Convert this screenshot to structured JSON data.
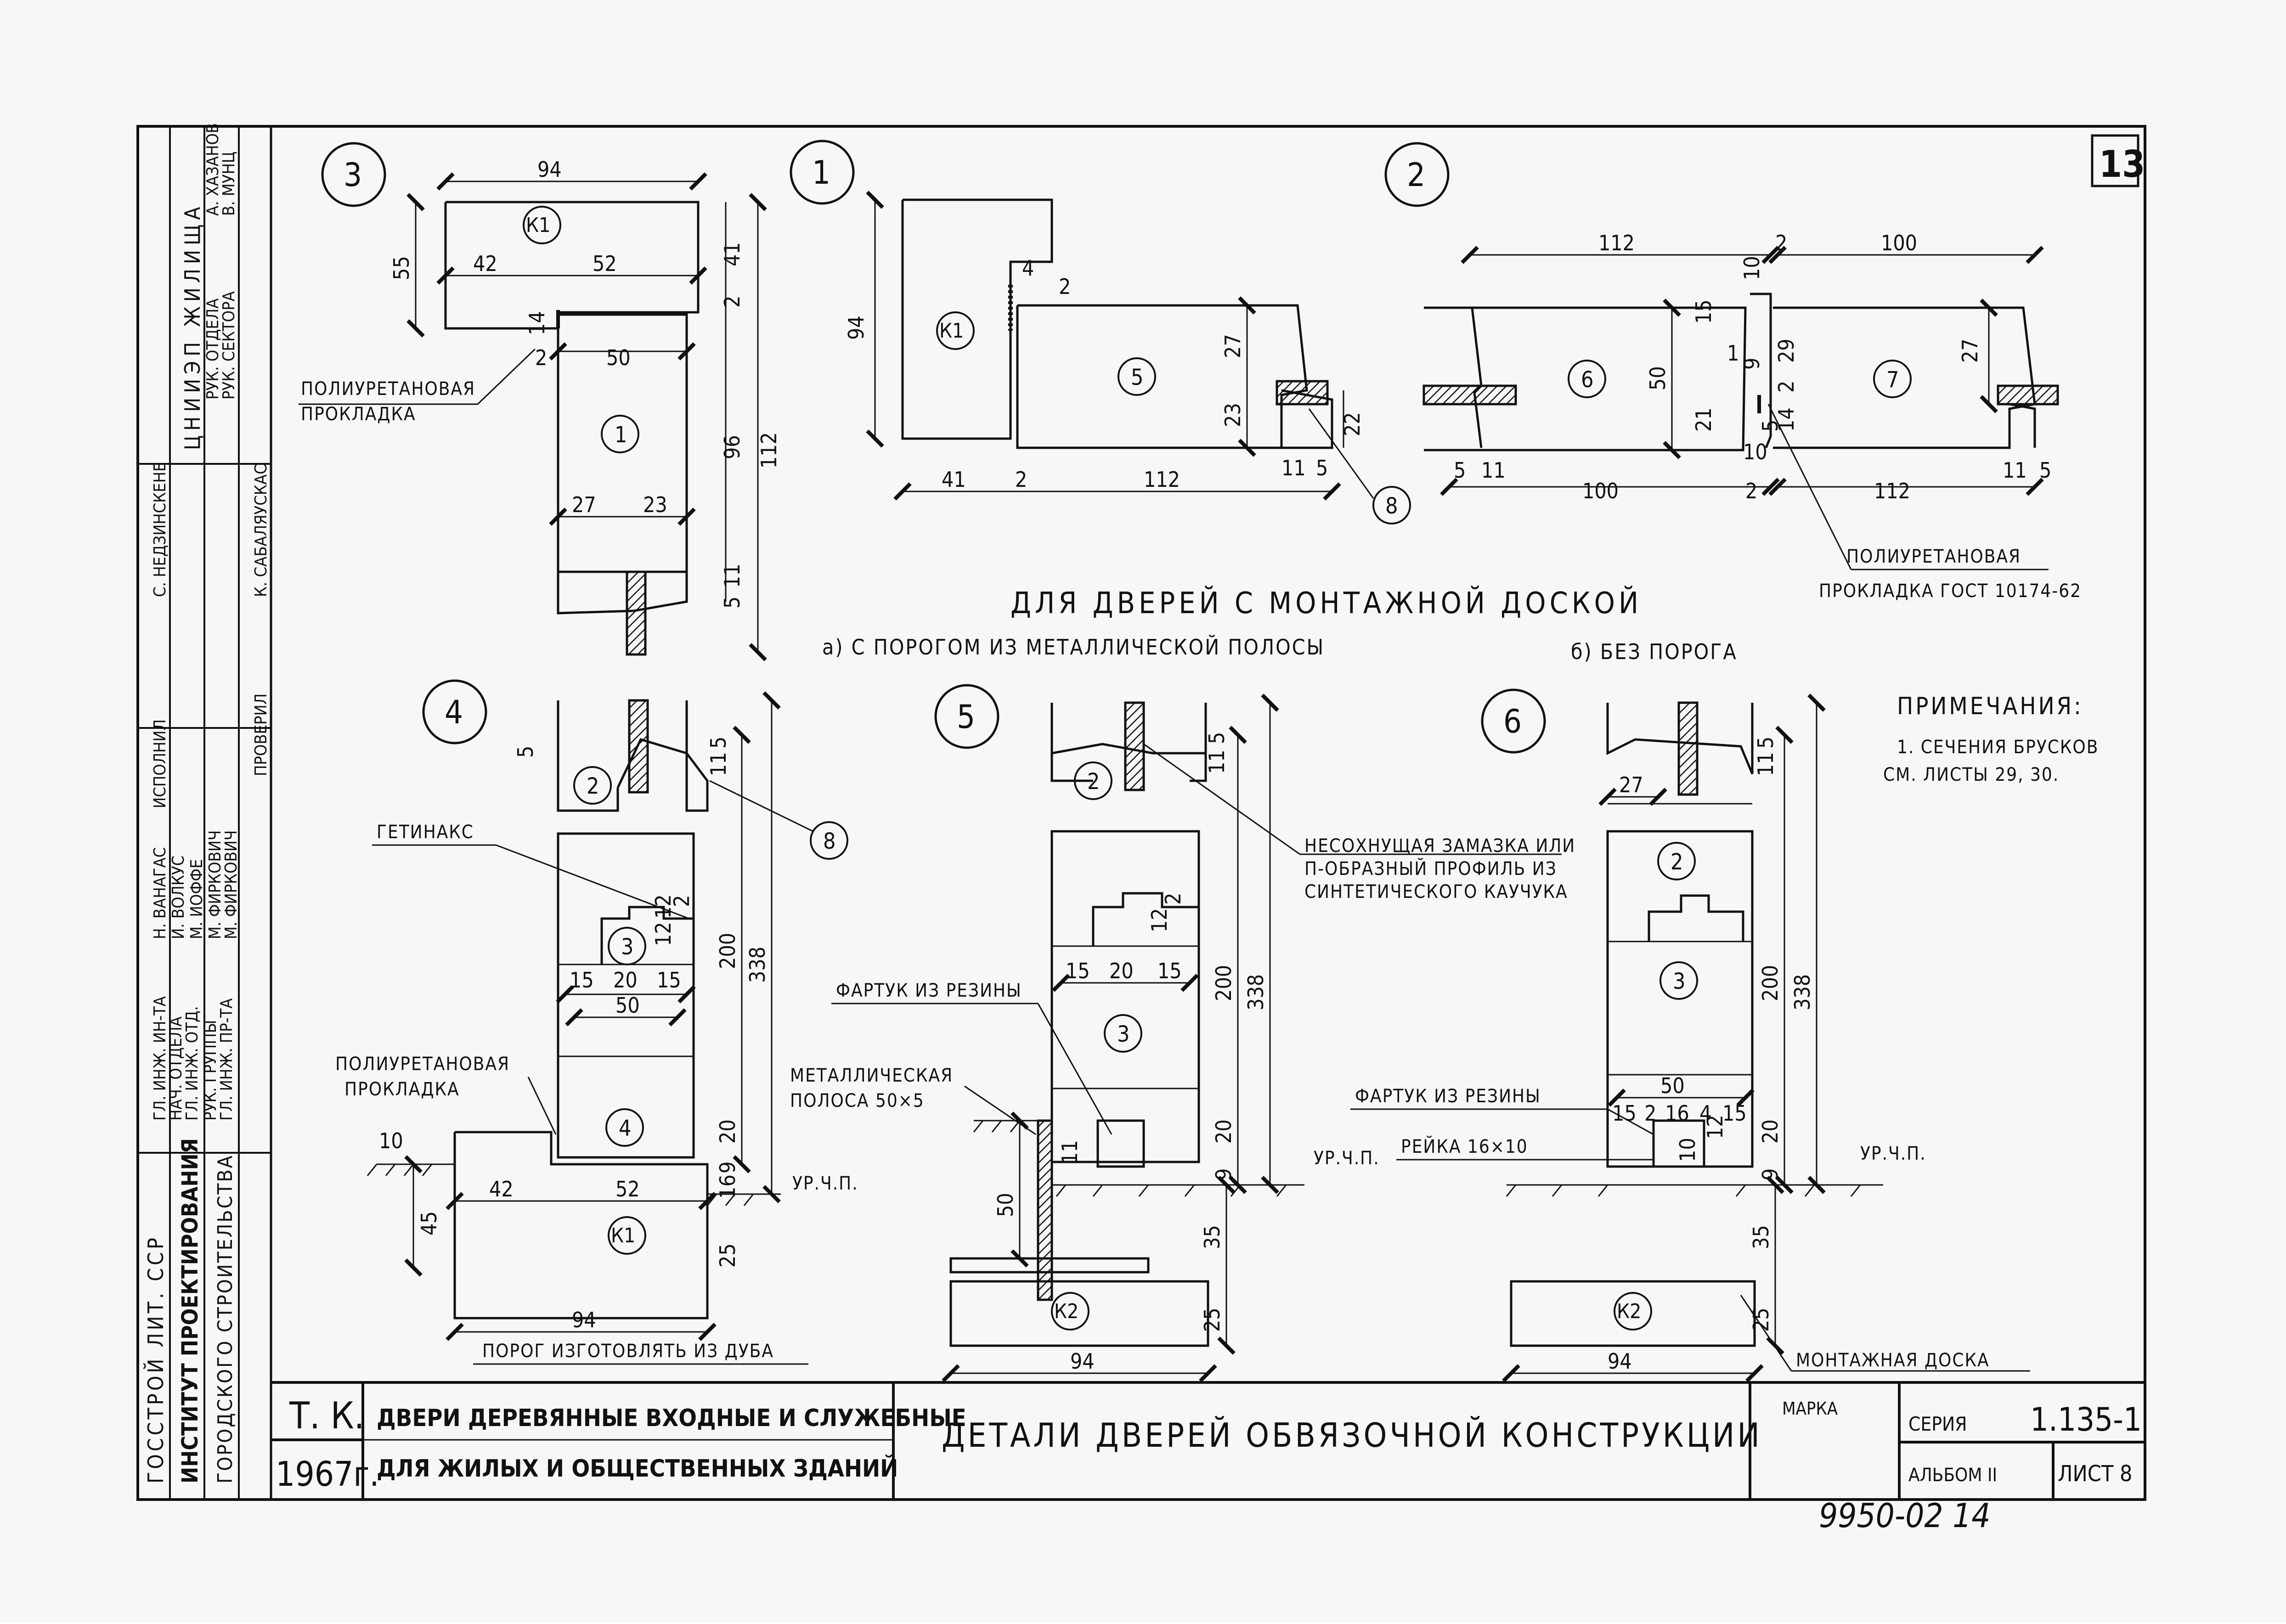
{
  "sheet_number": "13",
  "headings": {
    "main": "ДЛЯ ДВЕРЕЙ С МОНТАЖНОЙ ДОСКОЙ",
    "variant_a": "а) С ПОРОГОМ ИЗ МЕТАЛЛИЧЕСКОЙ ПОЛОСЫ",
    "variant_b": "б) БЕЗ ПОРОГА"
  },
  "notes": {
    "title": "ПРИМЕЧАНИЯ:",
    "line1": "1. СЕЧЕНИЯ БРУСКОВ",
    "line2": "СМ. ЛИСТЫ 29, 30."
  },
  "callouts": {
    "d1": "1",
    "d2": "2",
    "d3": "3",
    "d4": "4",
    "d5": "5",
    "d6": "6",
    "p1": "1",
    "p2": "2",
    "p3": "3",
    "p4": "4",
    "p5": "5",
    "p6": "6",
    "p7": "7",
    "p8": "8",
    "k1": "К1",
    "k2": "К2"
  },
  "labels": {
    "poly_gasket_a": "ПОЛИУРЕТАНОВАЯ",
    "poly_gasket_b": "ПРОКЛАДКА",
    "poly_gost_a": "ПОЛИУРЕТАНОВАЯ",
    "poly_gost_b": "ПРОКЛАДКА ГОСТ 10174-62",
    "getinaks": "ГЕТИНАКС",
    "poly_gasket4_a": "ПОЛИУРЕТАНОВАЯ",
    "poly_gasket4_b": "ПРОКЛАДКА",
    "threshold_oak": "ПОРОГ ИЗГОТОВЛЯТЬ ИЗ ДУБА",
    "mastic_1": "НЕСОХНУЩАЯ ЗАМАЗКА ИЛИ",
    "mastic_2": "П-ОБРАЗНЫЙ ПРОФИЛЬ ИЗ",
    "mastic_3": "СИНТЕТИЧЕСКОГО КАУЧУКА",
    "apron_rubber_5": "ФАРТУК ИЗ РЕЗИНЫ",
    "metal_strip_1": "МЕТАЛЛИЧЕСКАЯ",
    "metal_strip_2": "ПОЛОСА 50×5",
    "apron_rubber_6": "ФАРТУК ИЗ РЕЗИНЫ",
    "rail": "РЕЙКА 16×10",
    "mount_board": "МОНТАЖНАЯ ДОСКА",
    "floor_level": "УР.Ч.П."
  },
  "dims": {
    "d3_94": "94",
    "d3_55": "55",
    "d3_42": "42",
    "d3_52": "52",
    "d3_41": "41",
    "d3_2a": "2",
    "d3_14": "14",
    "d3_2b": "2",
    "d3_50": "50",
    "d3_96": "96",
    "d3_112": "112",
    "d3_27": "27",
    "d3_23": "23",
    "d3_5": "5",
    "d3_11": "11",
    "d1_94": "94",
    "d1_4": "4",
    "d1_2a": "2",
    "d1_27": "27",
    "d1_23": "23",
    "d1_22": "22",
    "d1_41": "41",
    "d1_2b": "2",
    "d1_112": "112",
    "d1_11": "11",
    "d1_5": "5",
    "d2_112a": "112",
    "d2_2a": "2",
    "d2_100a": "100",
    "d2_10a": "10",
    "d2_15": "15",
    "d2_50": "50",
    "d2_1": "1",
    "d2_9": "9",
    "d2_29": "29",
    "d2_27": "27",
    "d2_21": "21",
    "d2_2b": "2",
    "d2_5a": "5",
    "d2_14": "14",
    "d2_10b": "10",
    "d2_5b": "5",
    "d2_11a": "11",
    "d2_100b": "100",
    "d2_2c": "2",
    "d2_112b": "112",
    "d2_11b": "11",
    "d2_5c": "5",
    "d4_5": "5",
    "d4_11": "11",
    "d4_5b": "5",
    "d4_12a": "12",
    "d4_12b": "12",
    "d4_2": "2",
    "d4_15a": "15",
    "d4_20": "20",
    "d4_15b": "15",
    "d4_50": "50",
    "d4_200": "200",
    "d4_338": "338",
    "d4_20b": "20",
    "d4_9": "9",
    "d4_16": "16",
    "d4_25": "25",
    "d4_10": "10",
    "d4_45": "45",
    "d4_42": "42",
    "d4_52": "52",
    "d4_94": "94",
    "d5_11": "11",
    "d5_5": "5",
    "d5_12": "12",
    "d5_2": "2",
    "d5_15a": "15",
    "d5_20": "20",
    "d5_15b": "15",
    "d5_200": "200",
    "d5_338": "338",
    "d5_20b": "20",
    "d5_9": "9",
    "d5_11b": "11",
    "d5_50": "50",
    "d5_35": "35",
    "d5_25": "25",
    "d5_94": "94",
    "d6_27": "27",
    "d6_11": "11",
    "d6_5": "5",
    "d6_50": "50",
    "d6_15a": "15",
    "d6_2": "2",
    "d6_16": "16",
    "d6_4": "4",
    "d6_15b": "15",
    "d6_200": "200",
    "d6_338": "338",
    "d6_20": "20",
    "d6_12": "12",
    "d6_10": "10",
    "d6_9": "9",
    "d6_35": "35",
    "d6_25": "25",
    "d6_94": "94"
  },
  "side_stamp": {
    "org_1": "ГОССТРОЙ ЛИТ. ССР",
    "org_2": "ИНСТИТУТ ПРОЕКТИРОВАНИЯ",
    "org_3": "ГОРОДСКОГО СТРОИТЕЛЬСТВА",
    "roles_a": [
      "ГЛ. ИНЖ. ИН-ТА",
      "НАЧ. ОТДЕЛА",
      "ГЛ. ИНЖ. ОТД.",
      "РУК. ГРУППЫ",
      "ГЛ. ИНЖ. ПР-ТА"
    ],
    "names_a": [
      "Н. ВАНАГАС",
      "И. ВОЛКУС",
      "М. ИОФФЕ",
      "М. ФИРКОВИЧ",
      "М. ФИРКОВИЧ"
    ],
    "exec_label": "ИСПОЛНИЛ",
    "check_label": "ПРОВЕРИЛ",
    "names_b": [
      "С. НЕДЗИНСКЕНЕ",
      "К. САБАЛЯУСКАС"
    ],
    "tsniiep": "ЦНИИЭП ЖИЛИЩА",
    "roles_c": [
      "РУК. ОТДЕЛА",
      "РУК. СЕКТОРА"
    ],
    "names_c": [
      "А. ХАЗАНОВ",
      "В. МУНЦ"
    ]
  },
  "title_block": {
    "tk": "Т. К.",
    "year": "1967г.",
    "product_1": "ДВЕРИ ДЕРЕВЯННЫЕ ВХОДНЫЕ И СЛУЖЕБНЫЕ",
    "product_2": "ДЛЯ ЖИЛЫХ И ОБЩЕСТВЕННЫХ ЗДАНИЙ",
    "sheet_title": "ДЕТАЛИ ДВЕРЕЙ ОБВЯЗОЧНОЙ КОНСТРУКЦИИ",
    "marka_label": "МАРКА",
    "seriya_label": "СЕРИЯ",
    "seriya_value": "1.135-1",
    "album_label": "АЛЬБОМ II",
    "list_label": "ЛИСТ 8"
  },
  "inventory_number": "9950-02 14"
}
